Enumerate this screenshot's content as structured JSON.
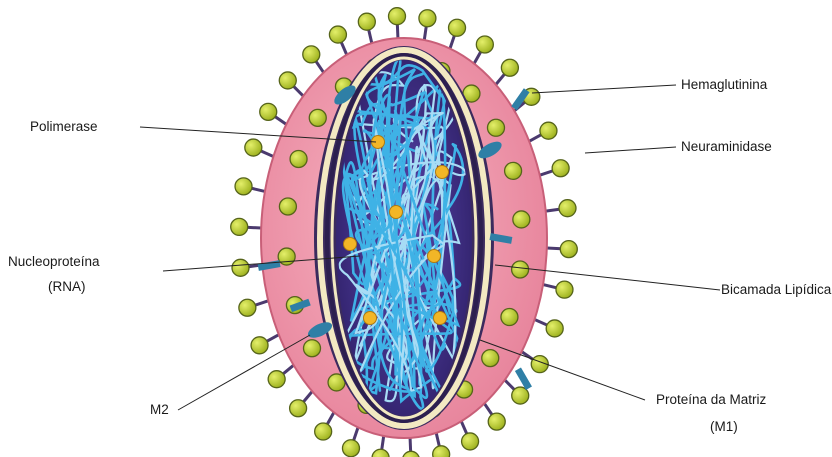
{
  "labels": {
    "hemaglutinina": "Hemaglutinina",
    "neuraminidase": "Neuraminidase",
    "polimerase": "Polimerase",
    "nucleoproteina_line1": "Nucleoproteína",
    "nucleoproteina_line2": "(RNA)",
    "bicamada": "Bicamada Lipídica",
    "m2": "M2",
    "matriz_line1": "Proteína da Matriz",
    "matriz_line2": "(M1)"
  },
  "colors": {
    "envelope": "#eb8da1",
    "envelope_edge": "#c85f78",
    "membrane": "#f3e9c2",
    "core": "#3a2a78",
    "core_inner": "#5140a6",
    "rna": "#3fb2e6",
    "rna_light": "#a7dcf5",
    "spike_ball": "#b5c927",
    "spike_ball_edge": "#56641a",
    "stem": "#4b3a6e",
    "na_teal": "#2f7fa6",
    "polymerase": "#f2b627",
    "leader": "#222222"
  }
}
